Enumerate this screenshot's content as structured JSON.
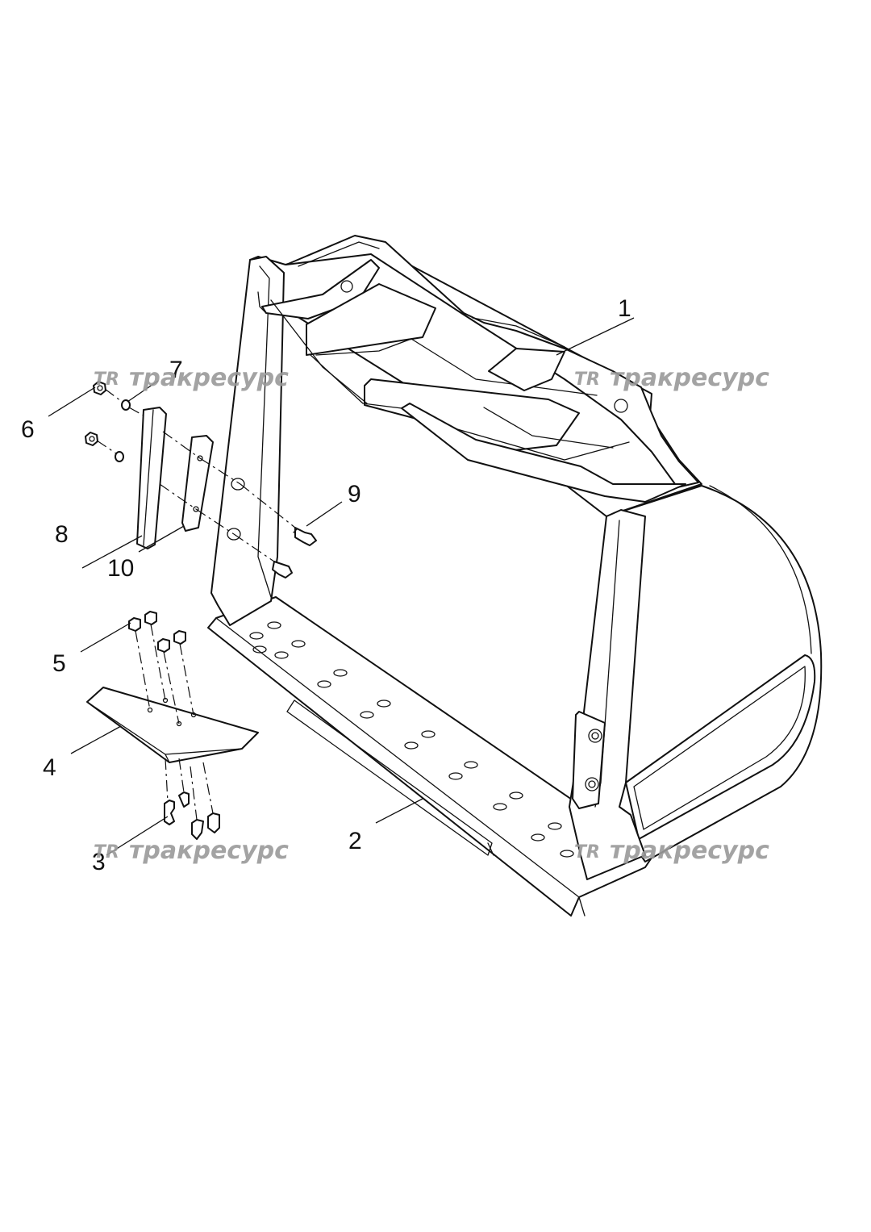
{
  "callouts": [
    {
      "num": "1"
    },
    {
      "num": "2"
    },
    {
      "num": "3"
    },
    {
      "num": "4"
    },
    {
      "num": "5"
    },
    {
      "num": "6"
    },
    {
      "num": "7"
    },
    {
      "num": "8"
    },
    {
      "num": "9"
    },
    {
      "num": "10"
    }
  ],
  "watermark": {
    "text": "тракресурс",
    "logo": "TR"
  }
}
